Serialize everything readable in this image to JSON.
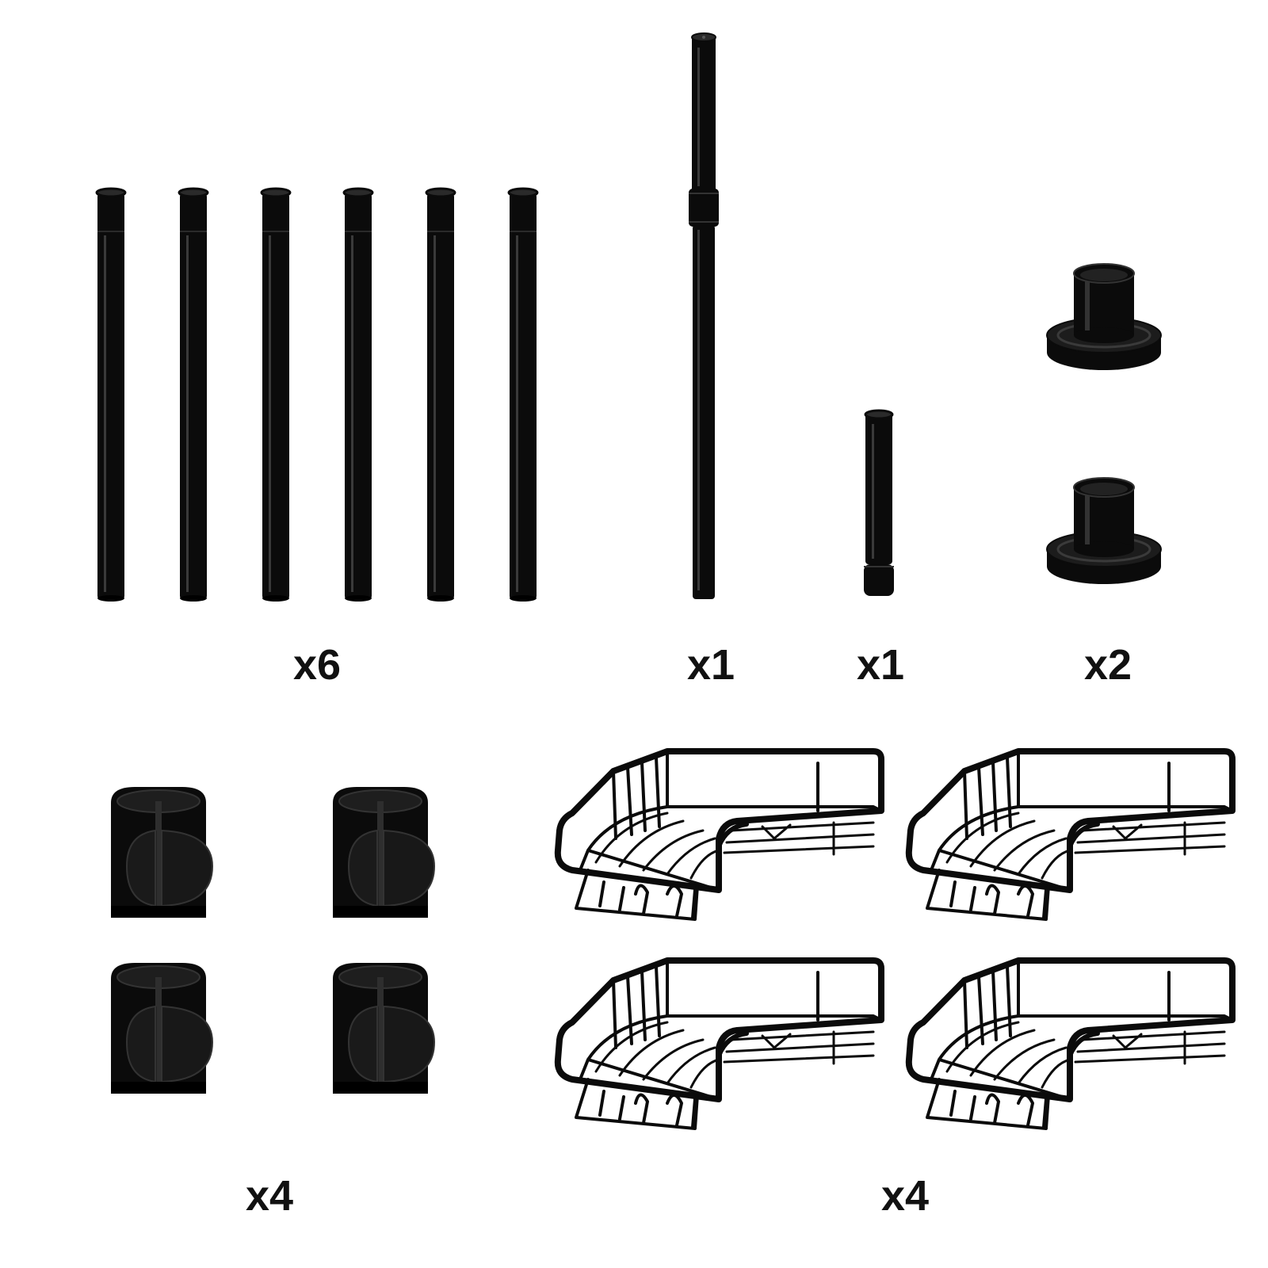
{
  "colors": {
    "part": "#0b0b0b",
    "highlight": "#3a3a3a",
    "background": "#ffffff"
  },
  "parts": [
    {
      "name": "straight-pole",
      "quantity": "x6"
    },
    {
      "name": "telescopic-pole",
      "quantity": "x1"
    },
    {
      "name": "short-pole-foot",
      "quantity": "x1"
    },
    {
      "name": "base-cap",
      "quantity": "x2"
    },
    {
      "name": "shelf-clip",
      "quantity": "x4"
    },
    {
      "name": "corner-basket",
      "quantity": "x4"
    }
  ]
}
